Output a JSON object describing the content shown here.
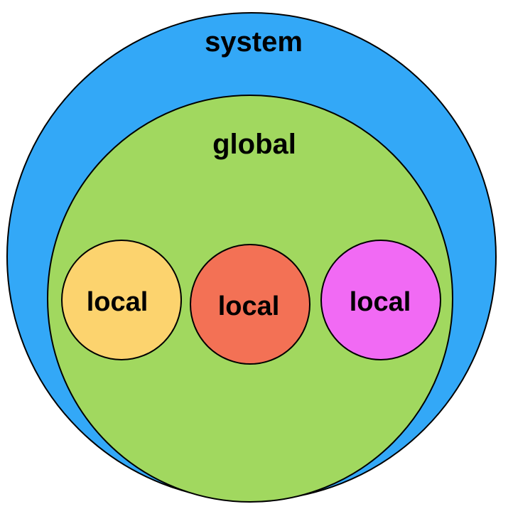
{
  "diagram": {
    "system": {
      "label": "system",
      "color": "#33A8F7"
    },
    "global": {
      "label": "global",
      "color": "#A1D85F"
    },
    "locals": [
      {
        "label": "local",
        "color": "#FCD36E"
      },
      {
        "label": "local",
        "color": "#F37155"
      },
      {
        "label": "local",
        "color": "#F16AF4"
      }
    ],
    "outline_color": "#000000"
  }
}
